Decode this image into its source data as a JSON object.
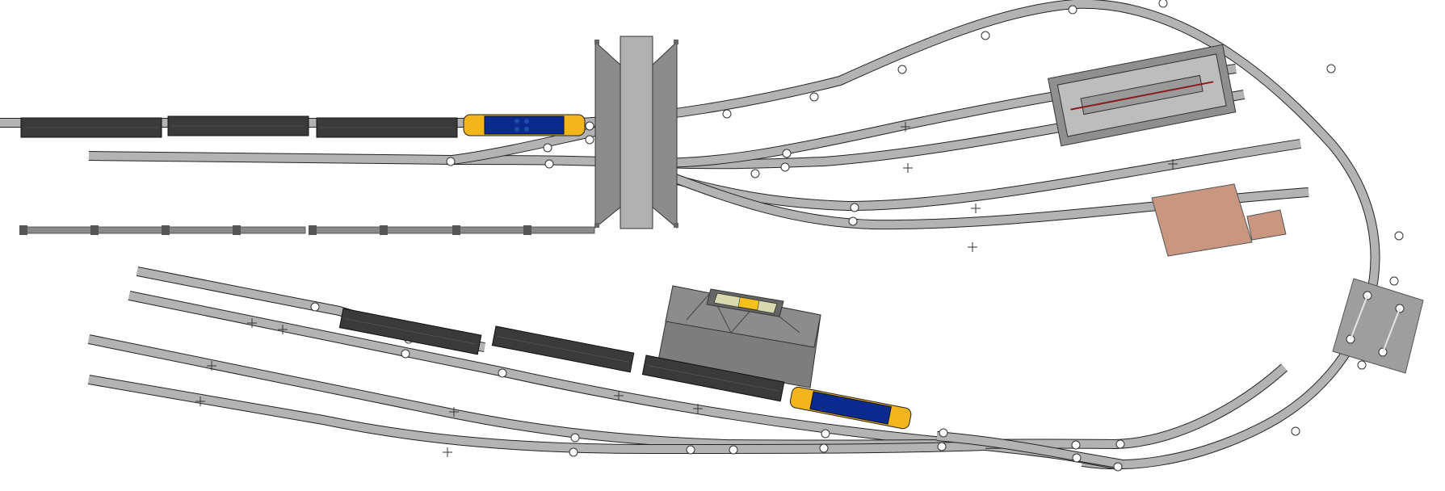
{
  "diagram": {
    "type": "model-railway-track-plan",
    "colors": {
      "background": "#ffffff",
      "rail_fill": "#b3b3b3",
      "rail_edge": "#222222",
      "freight_car": "#3a3a3a",
      "loco_cab": "#f2b51c",
      "loco_body": "#0b2a8f",
      "overpass": "#b0b0b0",
      "engine_shed": "#bdbdbd",
      "shed_roof": "#8f8f8f",
      "shed_rail": "#8b1a1a",
      "brown_building": "#c9967f",
      "station_building": "#7d7d7d",
      "turntable": "#9e9e9e"
    },
    "trains": [
      {
        "name": "upper-train",
        "locomotive": "diesel",
        "cars": 3
      },
      {
        "name": "lower-train",
        "locomotive": "diesel",
        "cars": 3
      }
    ],
    "structures": [
      "overpass",
      "engine-shed",
      "brick-building",
      "station-building",
      "turntable-platform",
      "fence"
    ]
  }
}
